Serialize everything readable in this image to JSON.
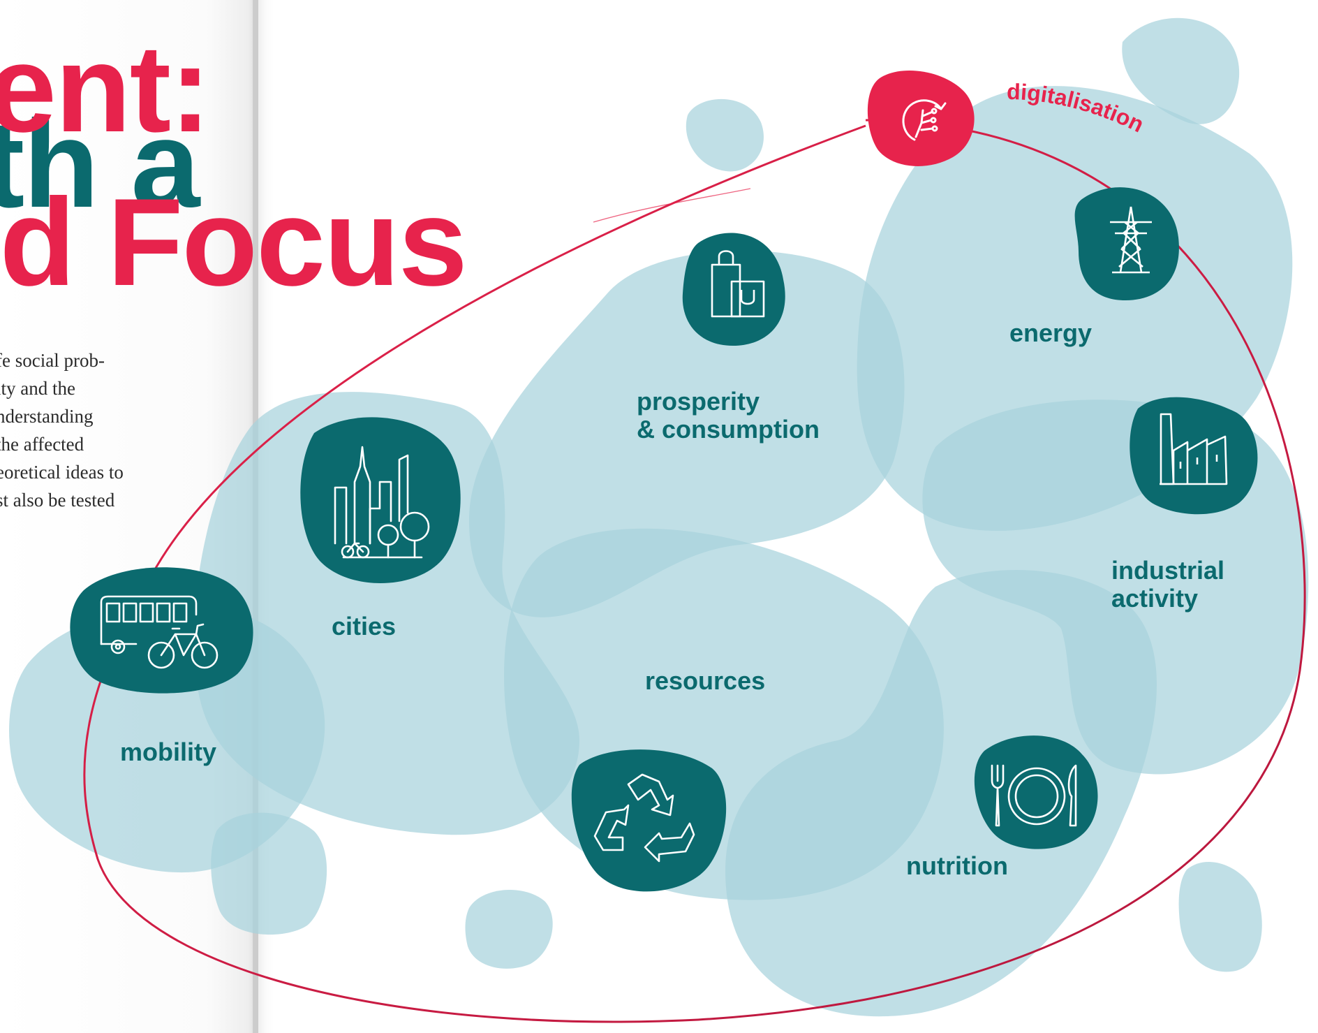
{
  "headline": {
    "line1": "ent:",
    "line2": "th a",
    "line3": "ld Focus"
  },
  "body_text": [
    "fe social prob-",
    "ity and the",
    "nderstanding",
    "the affected",
    "eoretical ideas to",
    "st also be tested"
  ],
  "topics": {
    "digitalisation": "digitalisation",
    "energy": "energy",
    "prosperity_line1": "prosperity",
    "prosperity_line2": "& consumption",
    "industrial_line1": "industrial",
    "industrial_line2": "activity",
    "cities": "cities",
    "resources": "resources",
    "mobility": "mobility",
    "nutrition": "nutrition"
  },
  "icons": {
    "digitalisation": "digital-brain-icon",
    "energy": "power-pylon-icon",
    "prosperity": "shopping-bags-icon",
    "industrial": "factory-icon",
    "cities": "city-skyline-icon",
    "mobility": "bus-and-bicycle-icon",
    "resources": "recycle-icon",
    "nutrition": "plate-and-cutlery-icon"
  },
  "colors": {
    "accent_red": "#e7234c",
    "teal": "#0b6a6e",
    "blob_light_blue": "#b9dce5"
  }
}
